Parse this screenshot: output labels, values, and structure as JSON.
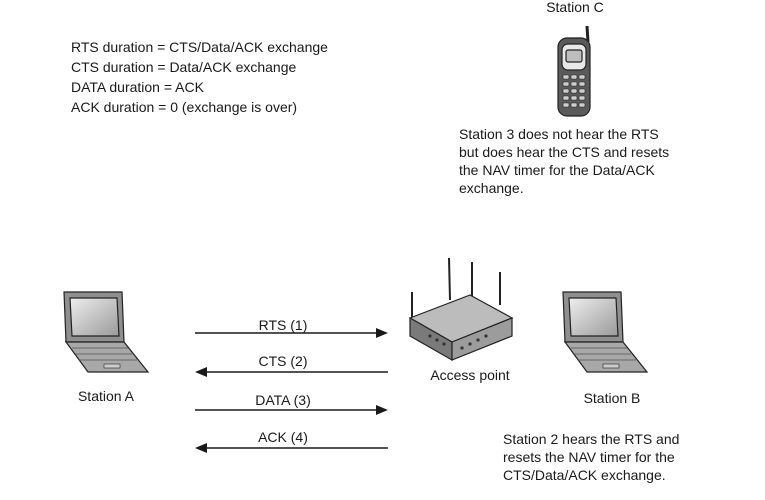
{
  "durations": [
    "RTS duration = CTS/Data/ACK exchange",
    "CTS duration = Data/ACK exchange",
    "DATA duration = ACK",
    "ACK duration = 0 (exchange is over)"
  ],
  "stations": {
    "c": {
      "label": "Station C",
      "note": "Station 3 does not hear the RTS\nbut does hear the CTS and resets\nthe NAV timer for the Data/ACK\nexchange."
    },
    "a": {
      "label": "Station A"
    },
    "b": {
      "label": "Station B",
      "note": "Station 2 hears the RTS and\nresets the NAV timer for the\nCTS/Data/ACK exchange."
    },
    "ap": {
      "label": "Access point"
    }
  },
  "frames": [
    {
      "label": "RTS (1)",
      "direction": "right"
    },
    {
      "label": "CTS (2)",
      "direction": "left"
    },
    {
      "label": "DATA (3)",
      "direction": "right"
    },
    {
      "label": "ACK (4)",
      "direction": "left"
    }
  ]
}
